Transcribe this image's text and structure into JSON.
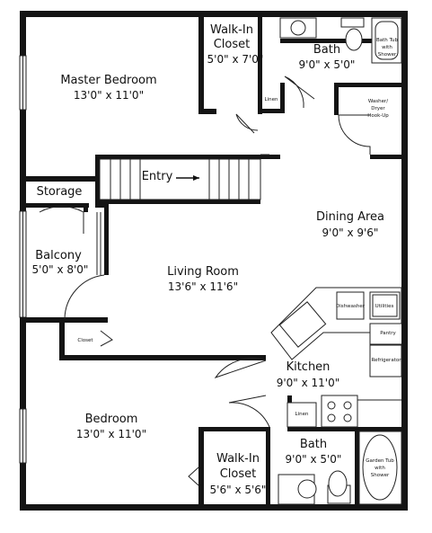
{
  "floorplan": {
    "rooms": {
      "walkin_closet_top": {
        "name": "Walk-In",
        "name2": "Closet",
        "dim": "5'0\" x 7'0\""
      },
      "bath_top": {
        "name": "Bath",
        "dim": "9'0\" x 5'0\""
      },
      "master_bedroom": {
        "name": "Master Bedroom",
        "dim": "13'0\" x 11'0\""
      },
      "storage": {
        "name": "Storage"
      },
      "entry": {
        "name": "Entry"
      },
      "dining": {
        "name": "Dining Area",
        "dim": "9'0\" x 9'6\""
      },
      "balcony": {
        "name": "Balcony",
        "dim": "5'0\" x 8'0\""
      },
      "living": {
        "name": "Living Room",
        "dim": "13'6\" x 11'6\""
      },
      "kitchen": {
        "name": "Kitchen",
        "dim": "9'0\" x 11'0\""
      },
      "bedroom": {
        "name": "Bedroom",
        "dim": "13'0\" x 11'0\""
      },
      "bath_bottom": {
        "name": "Bath",
        "dim": "9'0\" x 5'0\""
      },
      "walkin_closet_bottom": {
        "name": "Walk-In",
        "name2": "Closet",
        "dim": "5'6\" x 5'6\""
      }
    },
    "fixtures": {
      "bath_tub_line1": "Bath Tub",
      "bath_tub_line2": "with",
      "bath_tub_line3": "Shower",
      "linen_top": "Linen",
      "washer_line1": "Washer/",
      "washer_line2": "Dryer",
      "washer_line3": "Hook-Up",
      "dishwasher": "Dishwasher",
      "utilities": "Utilities",
      "pantry": "Pantry",
      "refrigerator": "Refrigerator",
      "closet": "Closet",
      "linen_bottom": "Linen",
      "garden_tub_line1": "Garden Tub",
      "garden_tub_line2": "with",
      "garden_tub_line3": "Shower"
    },
    "colors": {
      "wall": "#141414",
      "background": "#ffffff",
      "text": "#111111"
    }
  }
}
